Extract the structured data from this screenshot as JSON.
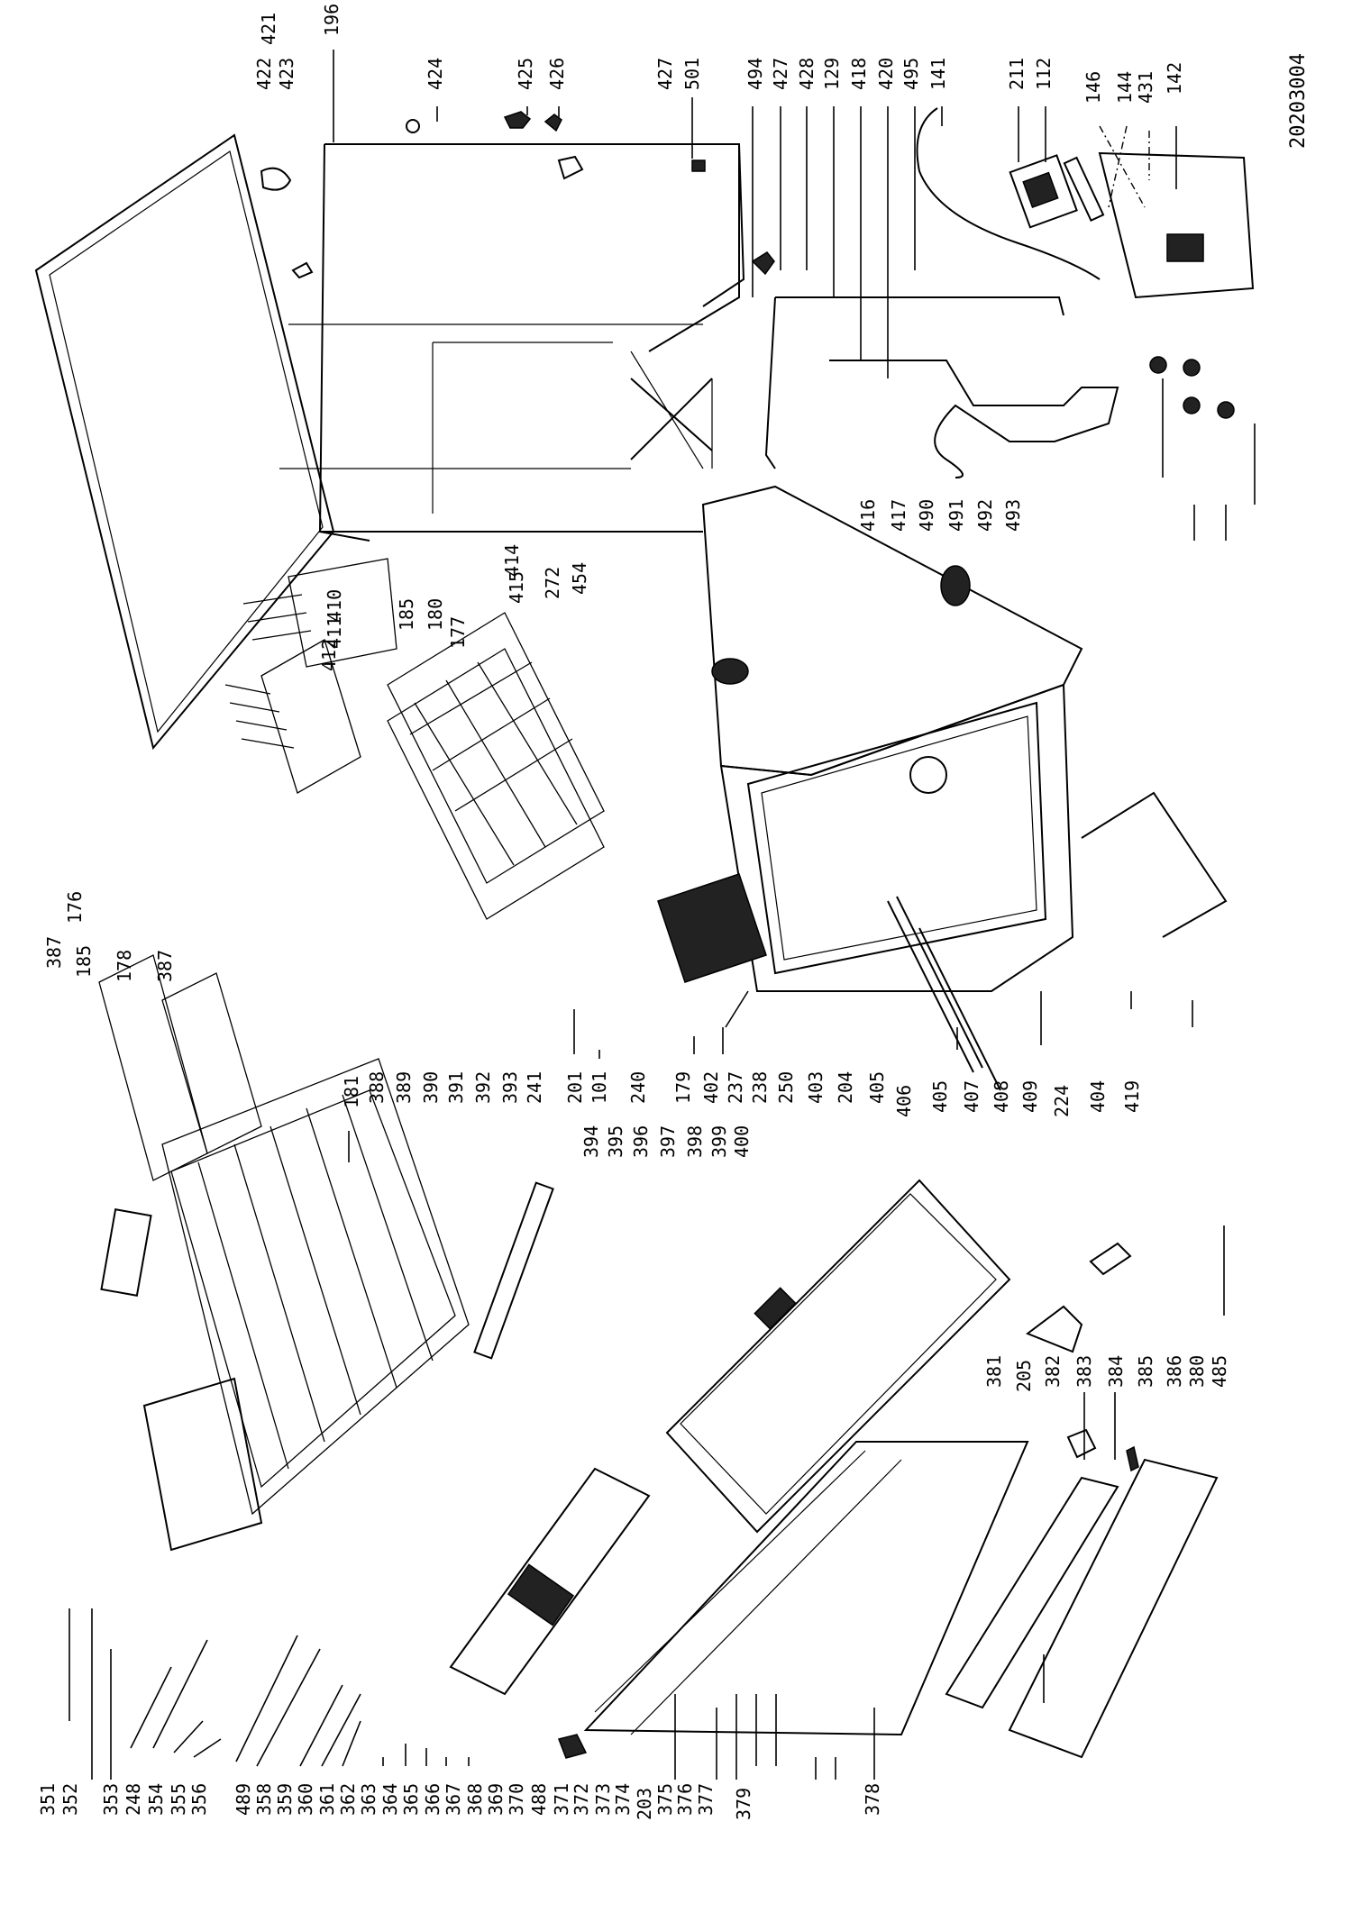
{
  "document": {
    "drawing_number": "20203004",
    "type": "exploded parts diagram",
    "subject": "dishwasher"
  },
  "part_labels": {
    "top_row": [
      "421",
      "422",
      "423",
      "196",
      "424",
      "425",
      "426",
      "427",
      "501",
      "494",
      "427",
      "428",
      "129",
      "418",
      "420",
      "495",
      "141",
      "211",
      "112",
      "146",
      "144",
      "431",
      "142"
    ],
    "upper_middle_row": [
      "410",
      "411",
      "412",
      "185",
      "180",
      "177",
      "414",
      "415",
      "272",
      "454",
      "416",
      "417",
      "490",
      "491",
      "492",
      "493"
    ],
    "rack_group": [
      "387",
      "185",
      "176",
      "178",
      "387"
    ],
    "middle_row": [
      "181",
      "388",
      "389",
      "390",
      "391",
      "392",
      "393",
      "241",
      "201",
      "101",
      "240",
      "179",
      "402",
      "237",
      "238",
      "250",
      "403",
      "204",
      "405",
      "406",
      "405",
      "407",
      "408",
      "409",
      "224",
      "404",
      "419"
    ],
    "lower_middle_row": [
      "394",
      "395",
      "396",
      "397",
      "398",
      "399",
      "400"
    ],
    "right_lower_row": [
      "381",
      "205",
      "382",
      "383",
      "384",
      "385",
      "386",
      "380",
      "485"
    ],
    "bottom_row": [
      "351",
      "352",
      "353",
      "248",
      "354",
      "355",
      "356",
      "489",
      "358",
      "359",
      "360",
      "361",
      "362",
      "363",
      "364",
      "365",
      "366",
      "367",
      "368",
      "369",
      "370",
      "488",
      "371",
      "372",
      "373",
      "374",
      "203",
      "375",
      "376",
      "377",
      "379",
      "378"
    ]
  }
}
